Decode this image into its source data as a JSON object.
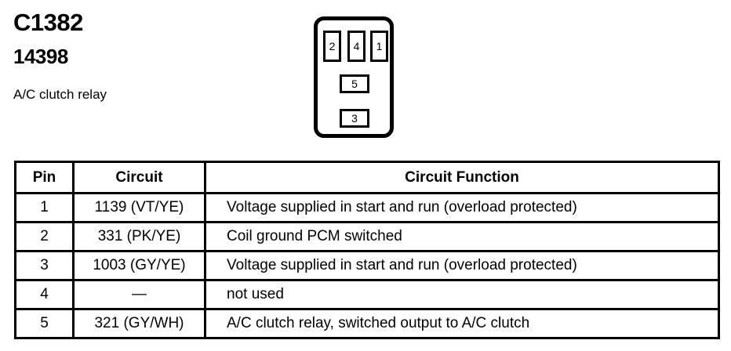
{
  "header": {
    "connector_id": "C1382",
    "part_number": "14398",
    "description": "A/C clutch relay"
  },
  "connector_diagram": {
    "top_pins": [
      "2",
      "4",
      "1"
    ],
    "middle_pin": "5",
    "bottom_pin": "3"
  },
  "pin_table": {
    "columns": [
      "Pin",
      "Circuit",
      "Circuit Function"
    ],
    "rows": [
      {
        "pin": "1",
        "circuit": "1139 (VT/YE)",
        "function": "Voltage supplied in start and run (overload protected)"
      },
      {
        "pin": "2",
        "circuit": "331 (PK/YE)",
        "function": "Coil ground PCM switched"
      },
      {
        "pin": "3",
        "circuit": "1003 (GY/YE)",
        "function": "Voltage supplied in start and run (overload protected)"
      },
      {
        "pin": "4",
        "circuit": "—",
        "function": "not used"
      },
      {
        "pin": "5",
        "circuit": "321 (GY/WH)",
        "function": "A/C clutch relay, switched output to A/C clutch"
      }
    ]
  },
  "colors": {
    "background": "#ffffff",
    "ink": "#000000"
  }
}
